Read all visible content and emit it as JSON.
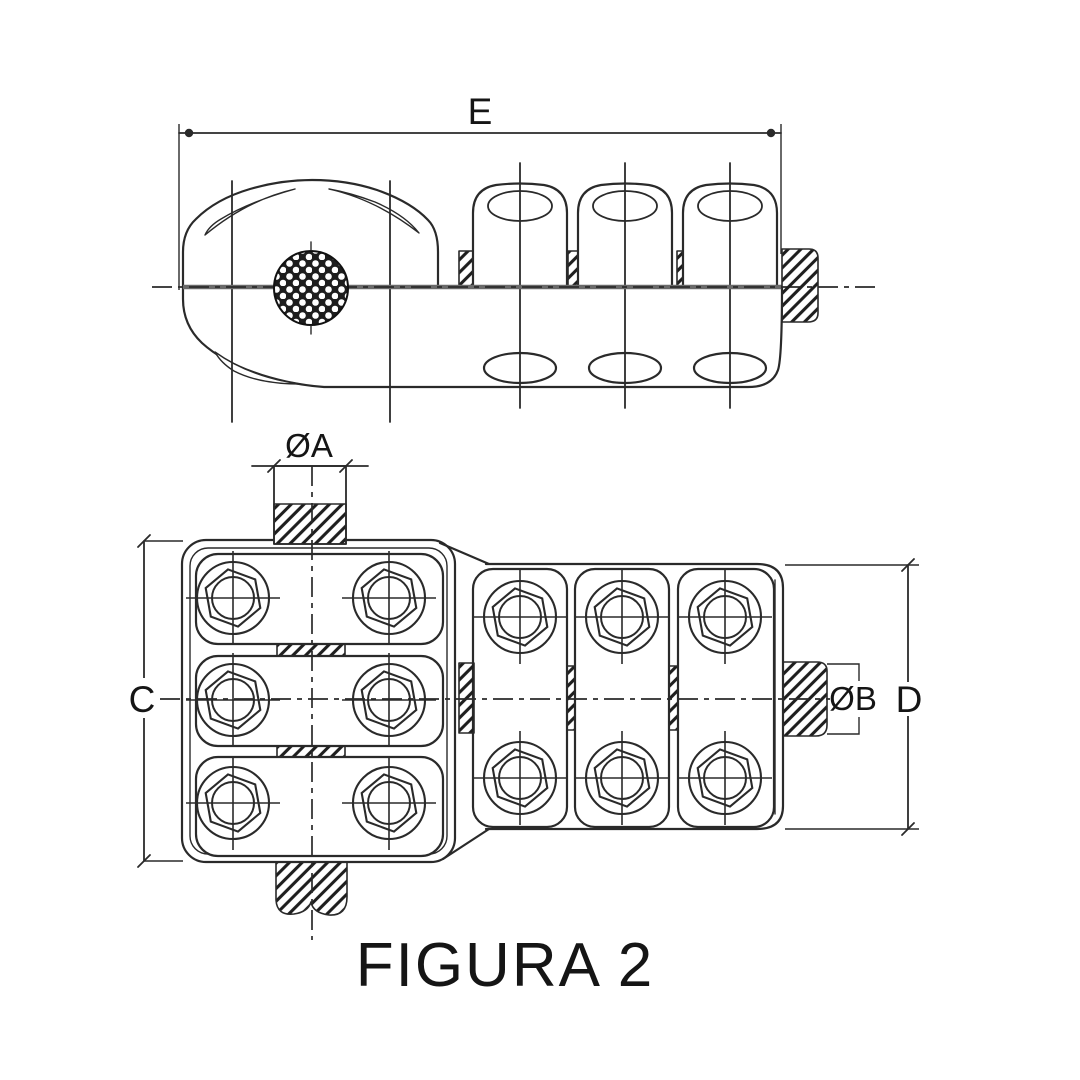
{
  "title": {
    "text": "FIGURA 2"
  },
  "labels": {
    "overall_width": "E",
    "hole_diameter": "ØA",
    "body_height": "C",
    "stud_diameter": "ØB",
    "block_height": "D"
  },
  "colors": {
    "line": "#2a2a2a",
    "heavy_centerline": "#6a6a6a",
    "hatch": "#1e1e1e",
    "background": "#ffffff",
    "text": "#151515"
  }
}
